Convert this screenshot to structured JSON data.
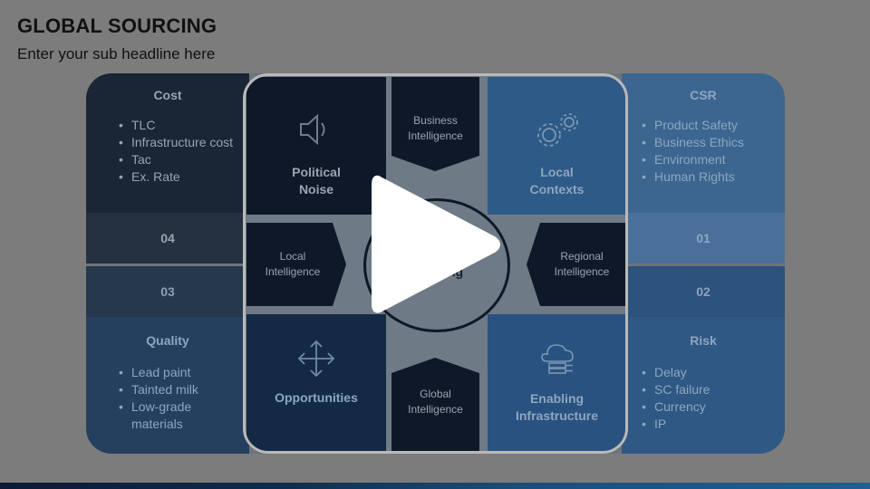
{
  "header": {
    "title": "GLOBAL SOURCING",
    "subtitle": "Enter your sub headline here"
  },
  "quadrants": {
    "cost": {
      "title": "Cost",
      "items": [
        "TLC",
        "Infrastructure cost",
        "Tac",
        "Ex. Rate"
      ],
      "number": "04"
    },
    "csr": {
      "title": "CSR",
      "items": [
        "Product Safety",
        "Business Ethics",
        "Environment",
        "Human Rights"
      ],
      "number": "01"
    },
    "quality": {
      "title": "Quality",
      "items": [
        "Lead paint",
        "Tainted milk",
        "Low-grade materials"
      ],
      "number": "03"
    },
    "risk": {
      "title": "Risk",
      "items": [
        "Delay",
        "SC failure",
        "Currency",
        "IP"
      ],
      "number": "02"
    }
  },
  "hub": {
    "political_noise": "Political Noise",
    "local_contexts": "Local Contexts",
    "opportunities": "Opportunities",
    "enabling_infrastructure": "Enabling Infrastructure",
    "business_intelligence": "Business Intelligence",
    "local_intelligence": "Local Intelligence",
    "regional_intelligence": "Regional Intelligence",
    "global_intelligence": "Global Intelligence",
    "center_partial": "ng"
  },
  "icons": {
    "speaker": "speaker-icon",
    "gears": "gears-icon",
    "arrows": "move-arrows-icon",
    "cloud_server": "cloud-server-icon",
    "play": "play-icon"
  },
  "colors": {
    "dark_navy": "#0e1a2b",
    "dark_blue": "#142c4a",
    "mid_blue": "#1c4a76",
    "light_blue": "#2a5d8e",
    "overlay_gray": "#7c7c7c"
  }
}
